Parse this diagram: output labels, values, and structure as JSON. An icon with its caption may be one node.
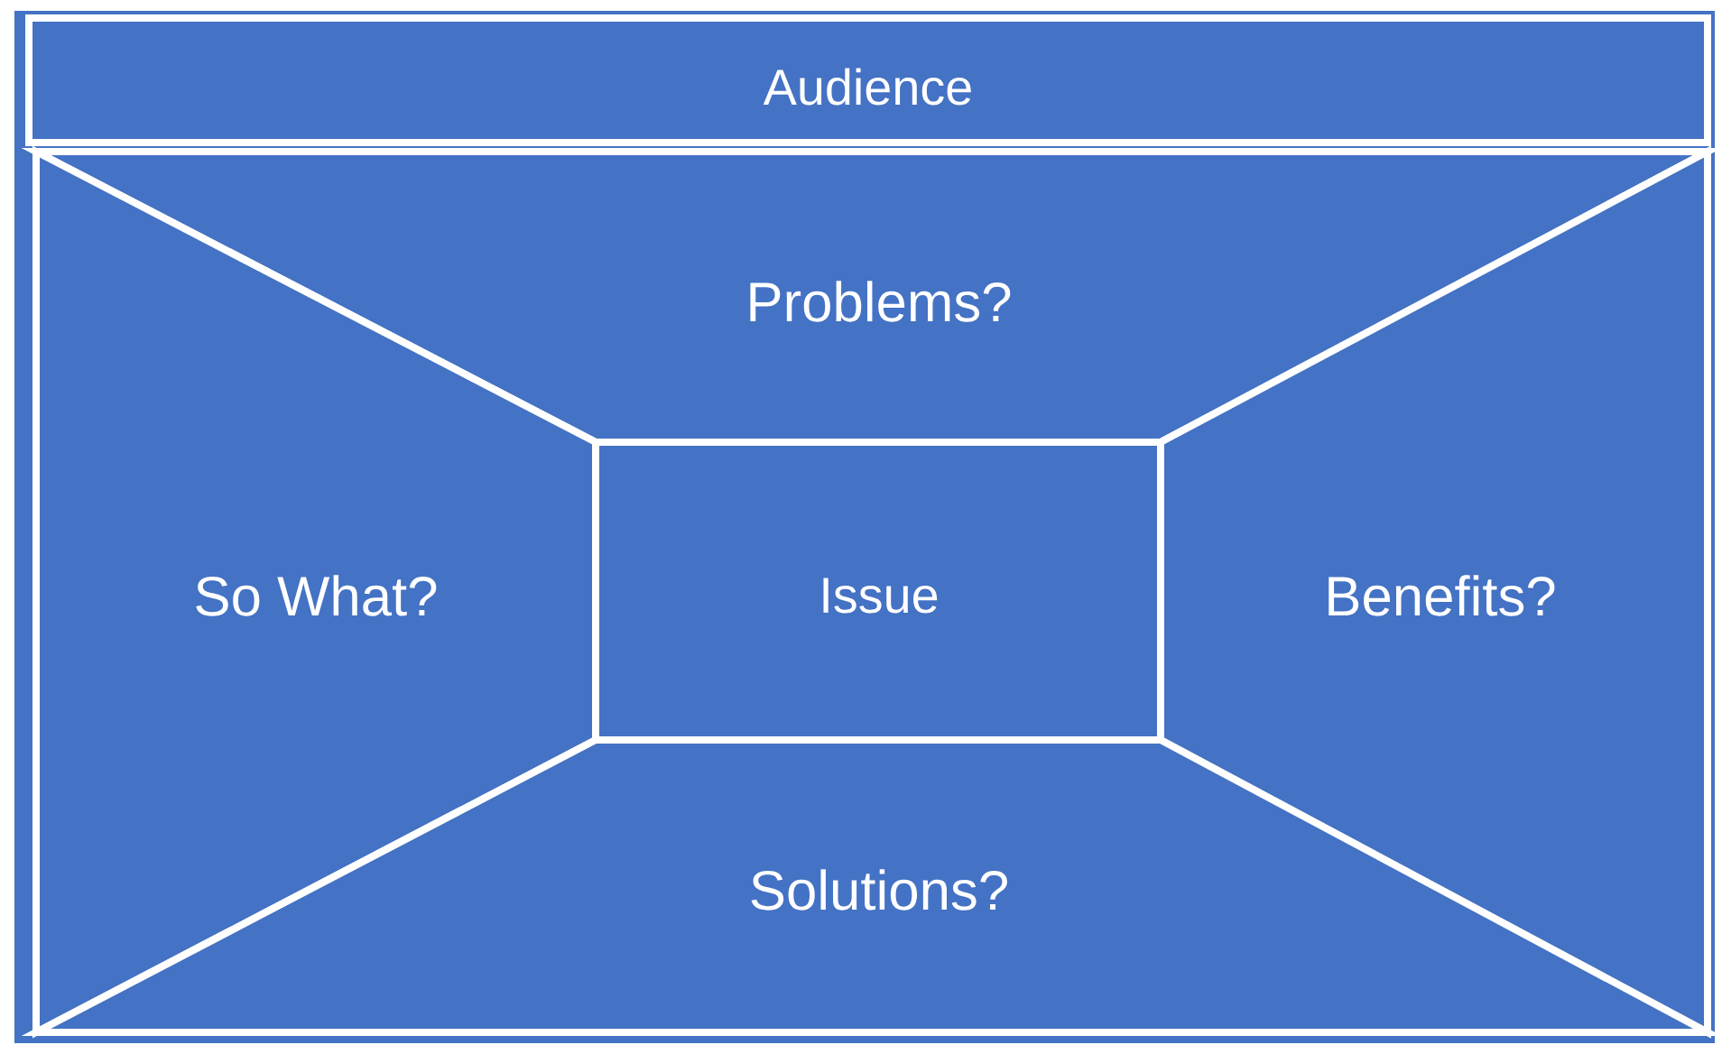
{
  "diagram": {
    "nodes": [
      {
        "text": [
          "Audience"
        ]
      },
      {
        "text": [
          "Problems?"
        ]
      },
      {
        "text": [
          "So What?"
        ]
      },
      {
        "text": [
          "Issue"
        ]
      },
      {
        "text": [
          "Benefits?"
        ]
      },
      {
        "text": [
          "Solutions?"
        ]
      }
    ]
  }
}
